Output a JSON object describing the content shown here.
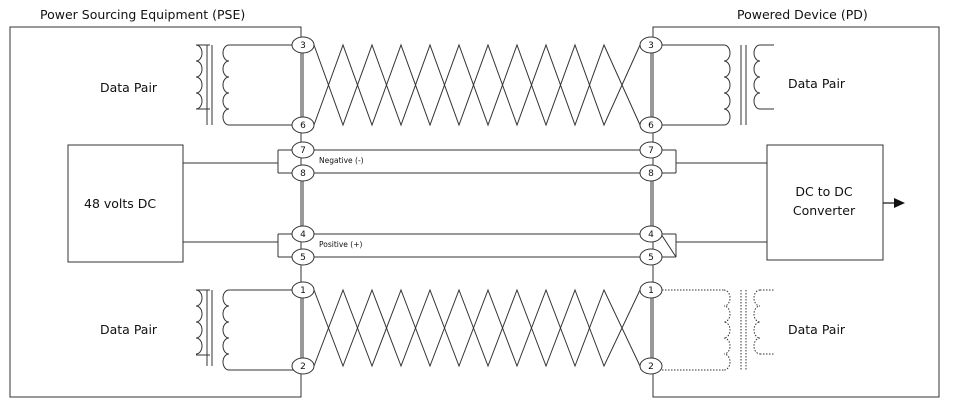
{
  "pse": {
    "title": "Power Sourcing Equipment (PSE)"
  },
  "pd": {
    "title": "Powered Device (PD)"
  },
  "source": {
    "label": "48 volts DC"
  },
  "converter": {
    "line1": "DC to DC",
    "line2": "Converter"
  },
  "data_pairs": {
    "top_left": "Data Pair",
    "top_right": "Data Pair",
    "bottom_left": "Data Pair",
    "bottom_right": "Data Pair"
  },
  "polarity": {
    "negative": "Negative (-)",
    "positive": "Positive (+)"
  },
  "pins": {
    "p3": "3",
    "p6": "6",
    "p7": "7",
    "p8": "8",
    "p4": "4",
    "p5": "5",
    "p1": "1",
    "p2": "2"
  },
  "colors": {
    "line": "#333333",
    "text": "#111111",
    "background": "#ffffff"
  }
}
